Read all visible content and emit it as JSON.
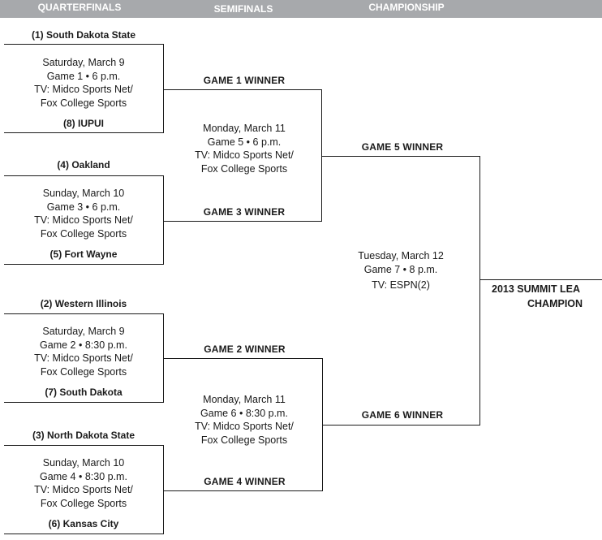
{
  "rounds": {
    "quarterfinals": "QUARTERFINALS",
    "semifinals": "SEMIFINALS",
    "championship": "CHAMPIONSHIP"
  },
  "quarterfinals": [
    {
      "top_team": "(1) South Dakota State",
      "bottom_team": "(8) IUPUI",
      "details": [
        "Saturday, March 9",
        "Game 1 • 6 p.m.",
        "TV: Midco Sports Net/",
        "Fox College Sports"
      ],
      "winner": "GAME 1 WINNER"
    },
    {
      "top_team": "(4) Oakland",
      "bottom_team": "(5) Fort Wayne",
      "details": [
        "Sunday, March 10",
        "Game 3 • 6 p.m.",
        "TV: Midco Sports Net/",
        "Fox College Sports"
      ],
      "winner": "GAME 3 WINNER"
    },
    {
      "top_team": "(2) Western Illinois",
      "bottom_team": "(7) South Dakota",
      "details": [
        "Saturday, March 9",
        "Game 2 • 8:30 p.m.",
        "TV: Midco Sports Net/",
        "Fox College Sports"
      ],
      "winner": "GAME 2 WINNER"
    },
    {
      "top_team": "(3) North Dakota State",
      "bottom_team": "(6) Kansas City",
      "details": [
        "Sunday, March 10",
        "Game 4 • 8:30 p.m.",
        "TV: Midco Sports Net/",
        "Fox College Sports"
      ],
      "winner": "GAME 4 WINNER"
    }
  ],
  "semifinals": [
    {
      "details": [
        "Monday, March 11",
        "Game 5 • 6 p.m.",
        "TV: Midco Sports Net/",
        "Fox College Sports"
      ],
      "winner": "GAME 5 WINNER"
    },
    {
      "details": [
        "Monday, March 11",
        "Game 6 • 8:30 p.m.",
        "TV: Midco Sports Net/",
        "Fox College Sports"
      ],
      "winner": "GAME 6 WINNER"
    }
  ],
  "championship": {
    "details": [
      "Tuesday, March 12",
      "Game 7 • 8 p.m."
    ],
    "tv": "TV: ESPN(2)",
    "result_line1": "2013 SUMMIT LEA",
    "result_line2": "CHAMPION"
  }
}
